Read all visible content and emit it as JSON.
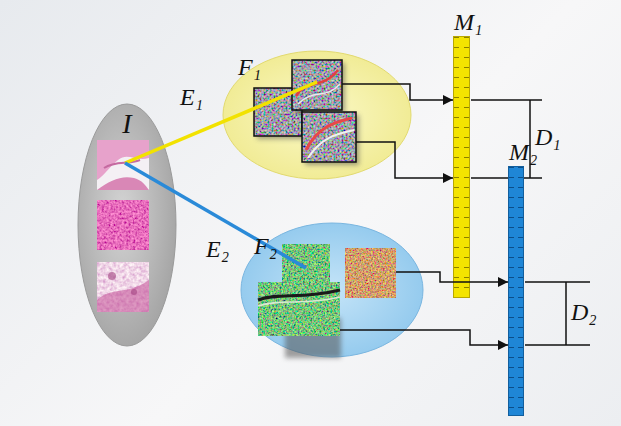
{
  "diagram": {
    "nodes": [
      {
        "text": [
          "I"
        ]
      },
      {
        "text": [
          "F₁"
        ]
      },
      {
        "text": [
          "M₁"
        ]
      },
      {
        "text": [
          "F₂"
        ]
      },
      {
        "text": [
          "M₂"
        ]
      }
    ],
    "edges": [
      {
        "from": 0,
        "to": 1,
        "arrow": "none",
        "label": "E₁"
      },
      {
        "from": 1,
        "to": 2,
        "arrow": "to"
      },
      {
        "from": 1,
        "to": 2,
        "arrow": "to"
      },
      {
        "from": 0,
        "to": 3,
        "arrow": "none",
        "label": "E₂"
      },
      {
        "from": 3,
        "to": 4,
        "arrow": "to"
      },
      {
        "from": 3,
        "to": 4,
        "arrow": "to"
      }
    ],
    "labels": [
      "D₁",
      "D₂"
    ]
  }
}
